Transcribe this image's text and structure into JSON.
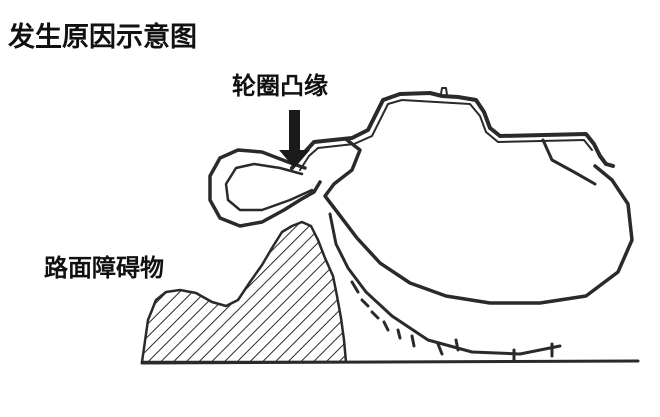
{
  "title": "发生原因示意图",
  "labels": {
    "rim_flange": "轮圈凸缘",
    "road_obstacle": "路面障碍物"
  },
  "colors": {
    "ink": "#2a2a2a",
    "background": "#ffffff"
  },
  "icons": {
    "pointer": "down-arrow-icon"
  }
}
